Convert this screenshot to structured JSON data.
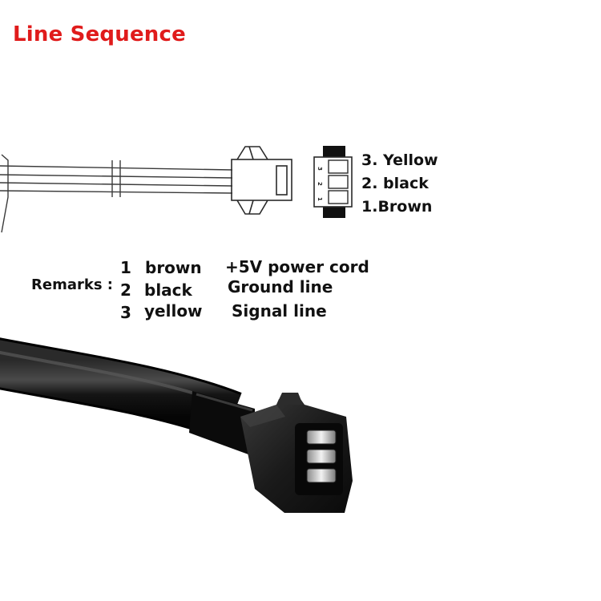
{
  "title": "Line Sequence",
  "title_color": "#e01b1b",
  "pin_labels": [
    "3. Yellow",
    "2. black",
    "1.Brown"
  ],
  "connector_face_marks": [
    "3",
    "2",
    "1"
  ],
  "remarks_label": "Remarks :",
  "remarks": [
    {
      "num": "1",
      "color": "brown",
      "function": "+5V power cord"
    },
    {
      "num": "2",
      "color": "black",
      "function": "Ground line"
    },
    {
      "num": "3",
      "color": "yellow",
      "function": "Signal line"
    }
  ]
}
